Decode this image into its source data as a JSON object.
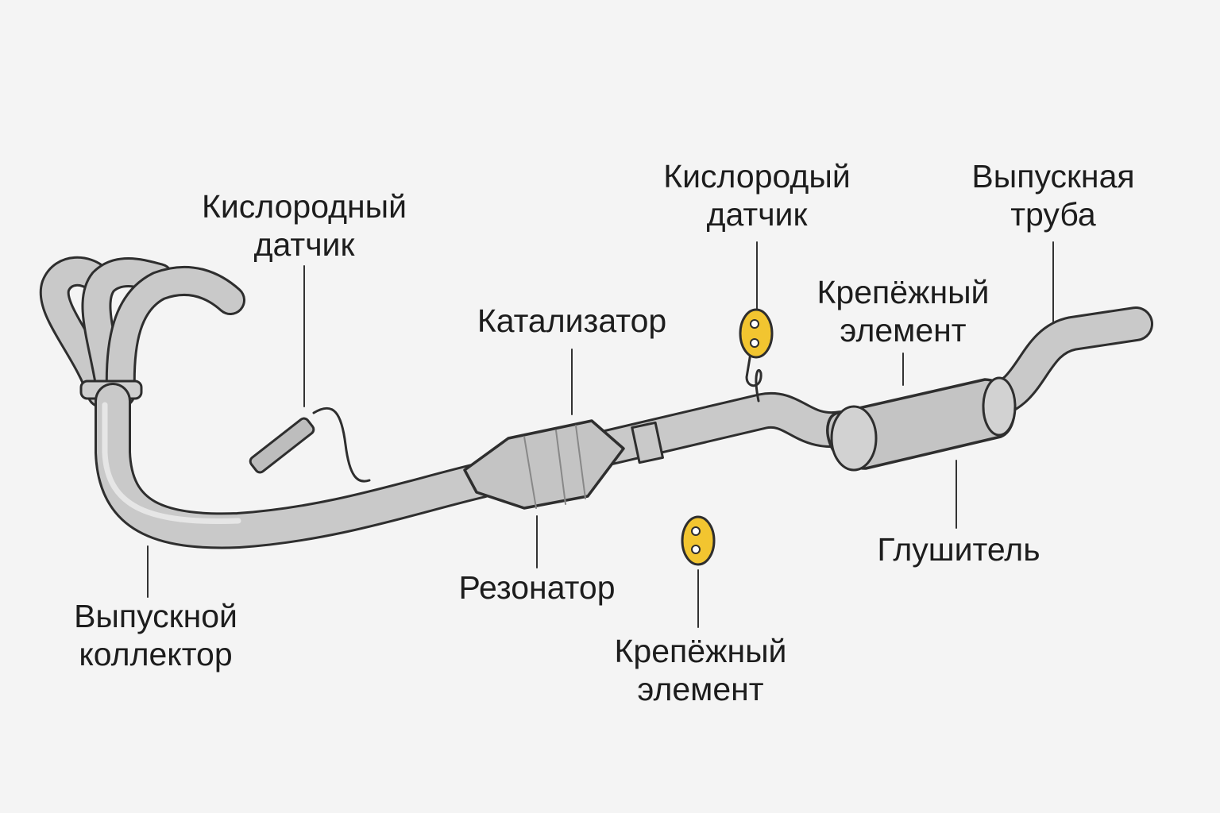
{
  "labels": {
    "oxygen_sensor_1": {
      "line1": "Кислородный",
      "line2": "датчик"
    },
    "oxygen_sensor_2": {
      "line1": "Кислородый",
      "line2": "датчик"
    },
    "exhaust_pipe": {
      "line1": "Выпускная",
      "line2": "труба"
    },
    "mount_upper": {
      "line1": "Крепёжный",
      "line2": "элемент"
    },
    "catalyst": "Катализатор",
    "resonator": "Резонатор",
    "muffler": "Глушитель",
    "manifold": {
      "line1": "Выпускной",
      "line2": "коллектор"
    },
    "mount_lower": {
      "line1": "Крепёжный",
      "line2": "элемент"
    }
  },
  "colors": {
    "pipe": "#c9c9c9",
    "outline": "#2e2e2e",
    "mount": "#f2c530",
    "background": "#f4f4f4"
  }
}
